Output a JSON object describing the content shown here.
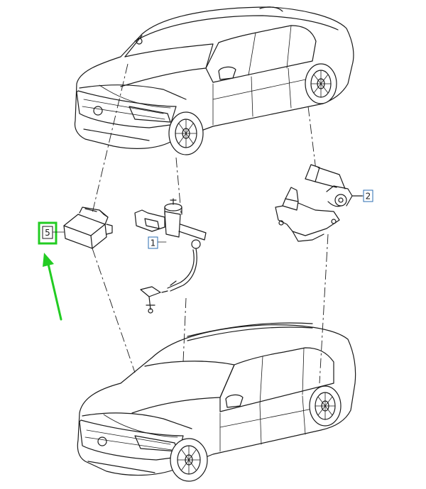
{
  "callouts": {
    "one": "1",
    "two": "2",
    "five": "5"
  },
  "colors": {
    "callout_border": "#2b6cb0",
    "highlight": "#22cc22",
    "line": "#1a1a1a"
  },
  "icons": {
    "sedan": "sedan-car-icon",
    "wagon": "estate-car-icon",
    "control_unit": "control-unit-icon",
    "front_sensor": "level-sensor-front-icon",
    "rear_sensor": "level-sensor-rear-icon",
    "pointer": "green-arrow-icon"
  }
}
